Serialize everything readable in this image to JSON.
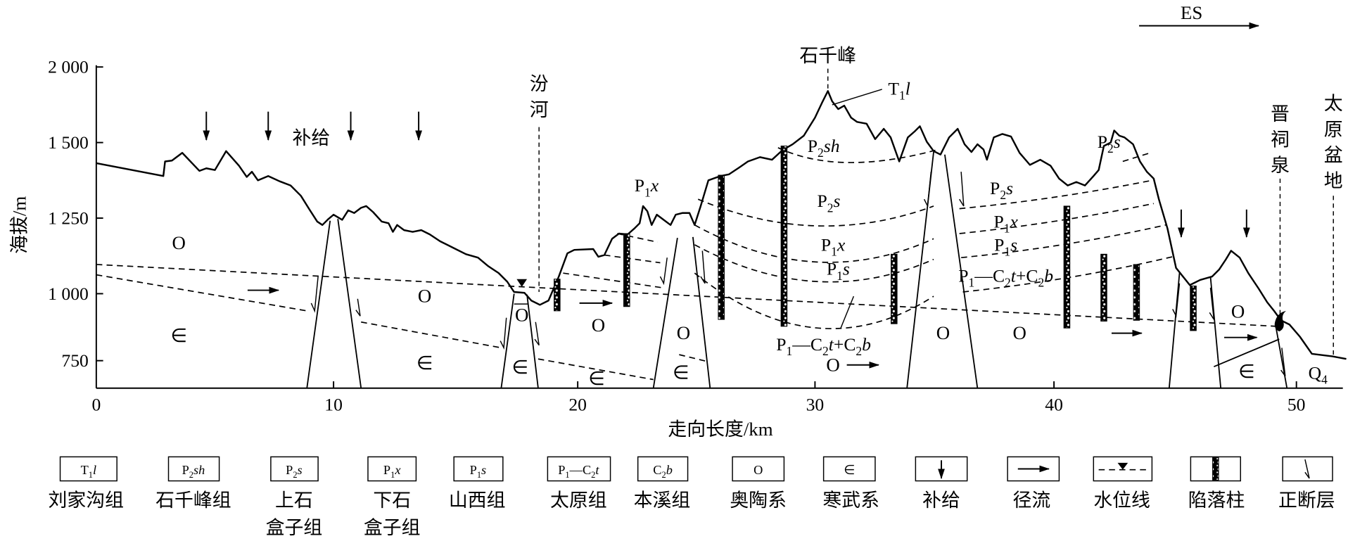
{
  "direction": "ES",
  "axes": {
    "y_label": "海拔/m",
    "y_ticks": [
      "2 000",
      "1 500",
      "1 250",
      "1 000",
      "750"
    ],
    "x_label": "走向长度/km",
    "x_ticks": [
      "0",
      "10",
      "20",
      "30",
      "40",
      "50"
    ]
  },
  "places": {
    "peak": "石千峰",
    "recharge": "补给",
    "river": [
      "汾",
      "河"
    ],
    "spring": [
      "晋",
      "祠",
      "泉"
    ],
    "basin": [
      "太",
      "原",
      "盆",
      "地"
    ]
  },
  "units": {
    "T1l": [
      "T",
      "1",
      "l"
    ],
    "P2sh": [
      "P",
      "2",
      "sh"
    ],
    "P2s": [
      "P",
      "2",
      "s"
    ],
    "P1x": [
      "P",
      "1",
      "x"
    ],
    "P1s": [
      "P",
      "1",
      "s"
    ],
    "P1_C2tb": [
      "P",
      "1",
      "—C",
      "2",
      "t",
      "+C",
      "2",
      "b"
    ],
    "Q4": [
      "Q",
      "4"
    ],
    "O": "O",
    "cambrian": "∈"
  },
  "legend": [
    {
      "code": [
        "T",
        "1",
        "l"
      ],
      "label": [
        "刘家沟组"
      ]
    },
    {
      "code": [
        "P",
        "2",
        "sh"
      ],
      "label": [
        "石千峰组"
      ]
    },
    {
      "code": [
        "P",
        "2",
        "s"
      ],
      "label": [
        "上石",
        "盒子组"
      ]
    },
    {
      "code": [
        "P",
        "1",
        "x"
      ],
      "label": [
        "下石",
        "盒子组"
      ]
    },
    {
      "code": [
        "P",
        "1",
        "s"
      ],
      "label": [
        "山西组"
      ]
    },
    {
      "code": [
        "P",
        "1",
        "—C",
        "2",
        "t"
      ],
      "label": [
        "太原组"
      ]
    },
    {
      "code": [
        "C",
        "2",
        "b"
      ],
      "label": [
        "本溪组"
      ]
    },
    {
      "code": [
        "O"
      ],
      "label": [
        "奥陶系"
      ]
    },
    {
      "code": [
        "∈"
      ],
      "label": [
        "寒武系"
      ]
    },
    {
      "symbol": "recharge-arrow-icon",
      "label": [
        "补给"
      ]
    },
    {
      "symbol": "runoff-arrow-icon",
      "label": [
        "径流"
      ]
    },
    {
      "symbol": "water-level-line-icon",
      "label": [
        "水位线"
      ]
    },
    {
      "symbol": "collapse-column-icon",
      "label": [
        "陷落柱"
      ]
    },
    {
      "symbol": "normal-fault-icon",
      "label": [
        "正断层"
      ]
    }
  ],
  "colors": {
    "ink": "#000000",
    "background": "#ffffff"
  }
}
